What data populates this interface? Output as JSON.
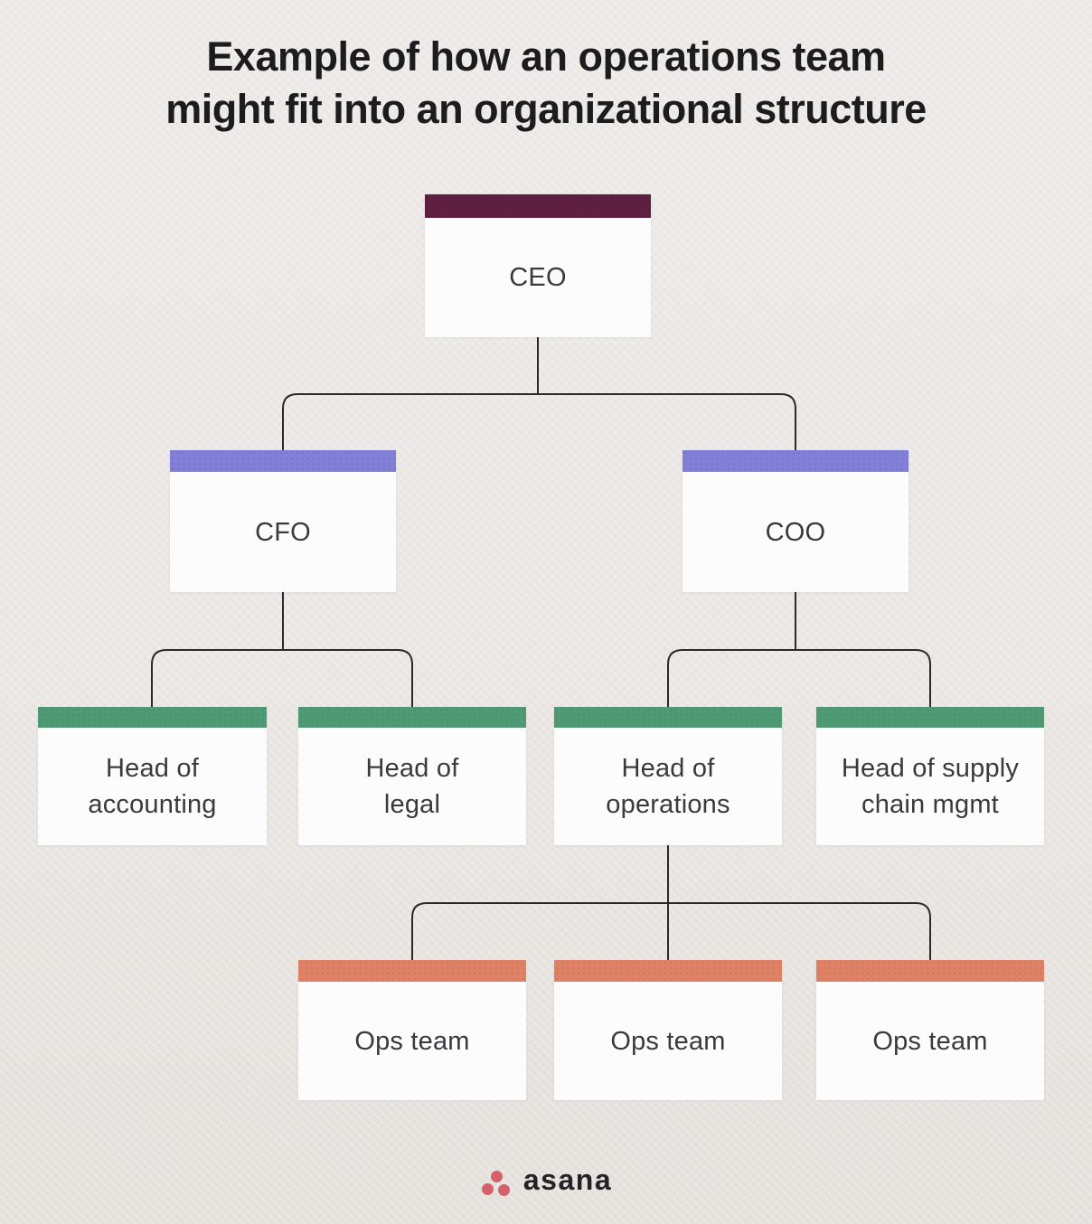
{
  "title": {
    "line1": "Example of how an operations team",
    "line2": "might fit into an organizational structure"
  },
  "org_chart": {
    "type": "org-tree",
    "nodes": [
      {
        "id": "ceo",
        "label": "CEO",
        "lines": [
          "CEO"
        ],
        "level": 1,
        "parent": null,
        "header_color": "#5e1f40"
      },
      {
        "id": "cfo",
        "label": "CFO",
        "lines": [
          "CFO"
        ],
        "level": 2,
        "parent": "ceo",
        "header_color": "#817fd7"
      },
      {
        "id": "coo",
        "label": "COO",
        "lines": [
          "COO"
        ],
        "level": 2,
        "parent": "ceo",
        "header_color": "#817fd7"
      },
      {
        "id": "head-of-accounting",
        "label": "Head of accounting",
        "lines": [
          "Head of",
          "accounting"
        ],
        "level": 3,
        "parent": "cfo",
        "header_color": "#4f9a74"
      },
      {
        "id": "head-of-legal",
        "label": "Head of legal",
        "lines": [
          "Head of",
          "legal"
        ],
        "level": 3,
        "parent": "cfo",
        "header_color": "#4f9a74"
      },
      {
        "id": "head-of-operations",
        "label": "Head of operations",
        "lines": [
          "Head of",
          "operations"
        ],
        "level": 3,
        "parent": "coo",
        "header_color": "#4f9a74"
      },
      {
        "id": "head-of-supply-chain",
        "label": "Head of supply chain mgmt",
        "lines": [
          "Head of supply",
          "chain mgmt"
        ],
        "level": 3,
        "parent": "coo",
        "header_color": "#4f9a74"
      },
      {
        "id": "ops-team-1",
        "label": "Ops team",
        "lines": [
          "Ops team"
        ],
        "level": 4,
        "parent": "head-of-operations",
        "header_color": "#df8164"
      },
      {
        "id": "ops-team-2",
        "label": "Ops team",
        "lines": [
          "Ops team"
        ],
        "level": 4,
        "parent": "head-of-operations",
        "header_color": "#df8164"
      },
      {
        "id": "ops-team-3",
        "label": "Ops team",
        "lines": [
          "Ops team"
        ],
        "level": 4,
        "parent": "head-of-operations",
        "header_color": "#df8164"
      }
    ]
  },
  "footer": {
    "brand_name": "asana",
    "logo_dot_color": "#d5616b",
    "wordmark_color": "#232327"
  },
  "colors": {
    "background": "#eae7e4",
    "card": "#fcfcfc",
    "connector": "#2a2a2a",
    "label_text": "#3a3a3e",
    "title_text": "#1c1c1e"
  }
}
